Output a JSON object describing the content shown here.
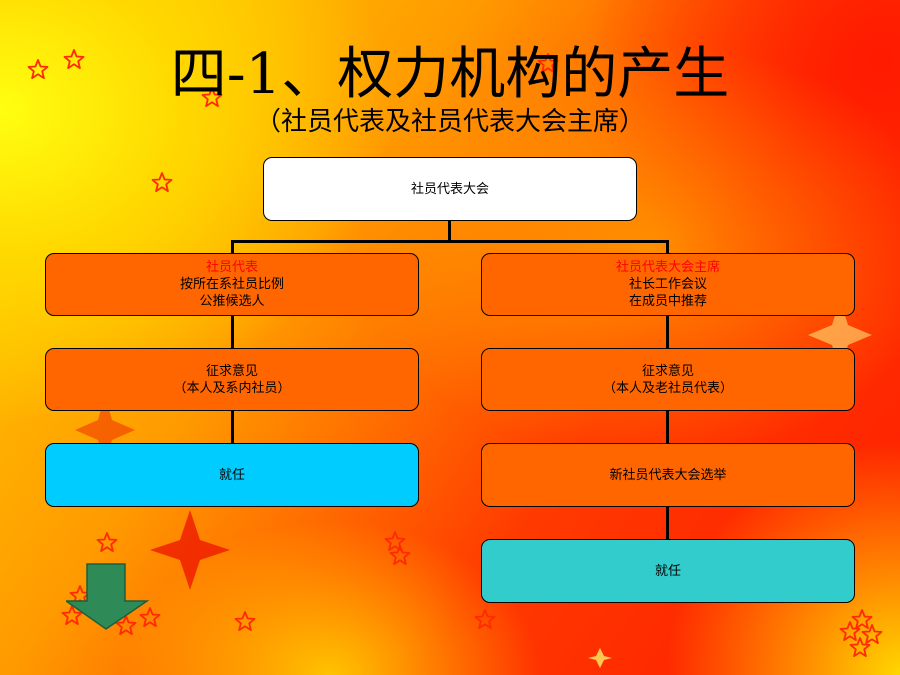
{
  "slide": {
    "title": "四-1、权力机构的产生",
    "subtitle": "（社员代表及社员代表大会主席）"
  },
  "org_chart": {
    "root": {
      "label": "社员代表大会"
    },
    "left_branch": {
      "head": {
        "heading": "社员代表",
        "line1": "按所在系社员比例",
        "line2": "公推候选人"
      },
      "step2": {
        "line1": "征求意见",
        "line2": "（本人及系内社员）"
      },
      "step3": {
        "label": "就任"
      }
    },
    "right_branch": {
      "head": {
        "heading": "社员代表大会主席",
        "line1": "社长工作会议",
        "line2": "在成员中推荐"
      },
      "step2": {
        "line1": "征求意见",
        "line2": "（本人及老社员代表）"
      },
      "step3": {
        "label": "新社员代表大会选举"
      },
      "step4": {
        "label": "就任"
      }
    }
  },
  "colors": {
    "box_orange": "#ff6600",
    "box_white": "#ffffff",
    "box_cyan": "#00ccff",
    "box_teal": "#33cccc",
    "heading_red": "#ff0000",
    "arrow_green": "#2e8b57"
  },
  "icons": {
    "decoration": "star-icon",
    "navigation": "down-arrow-icon"
  }
}
